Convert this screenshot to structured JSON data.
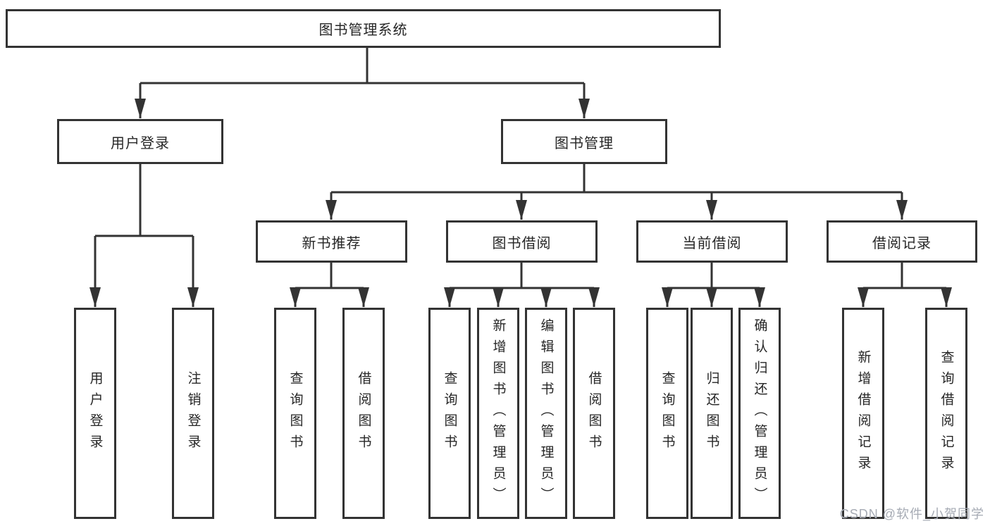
{
  "tree": {
    "root": "图书管理系统",
    "user_login": {
      "label": "用户登录",
      "children": {
        "login": "用户登录",
        "logout": "注销登录"
      }
    },
    "book_mgmt": {
      "label": "图书管理",
      "sections": {
        "new_books": {
          "label": "新书推荐",
          "children": {
            "query": "查询图书",
            "borrow": "借阅图书"
          }
        },
        "borrowing": {
          "label": "图书借阅",
          "children": {
            "query": "查询图书",
            "add": "新增图书（管理员）",
            "edit": "编辑图书（管理员）",
            "borrow": "借阅图书"
          }
        },
        "current": {
          "label": "当前借阅",
          "children": {
            "query": "查询图书",
            "return": "归还图书",
            "confirm": "确认归还（管理员）"
          }
        },
        "records": {
          "label": "借阅记录",
          "children": {
            "add": "新增借阅记录",
            "query": "查询借阅记录"
          }
        }
      }
    }
  },
  "watermark": {
    "text": "CSDN @软件_小贺同学"
  },
  "colors": {
    "line": "#333333",
    "box_border": "#333333",
    "box_bg": "#ffffff",
    "text": "#262626",
    "watermark": "#a6abb4",
    "background": "#ffffff"
  }
}
